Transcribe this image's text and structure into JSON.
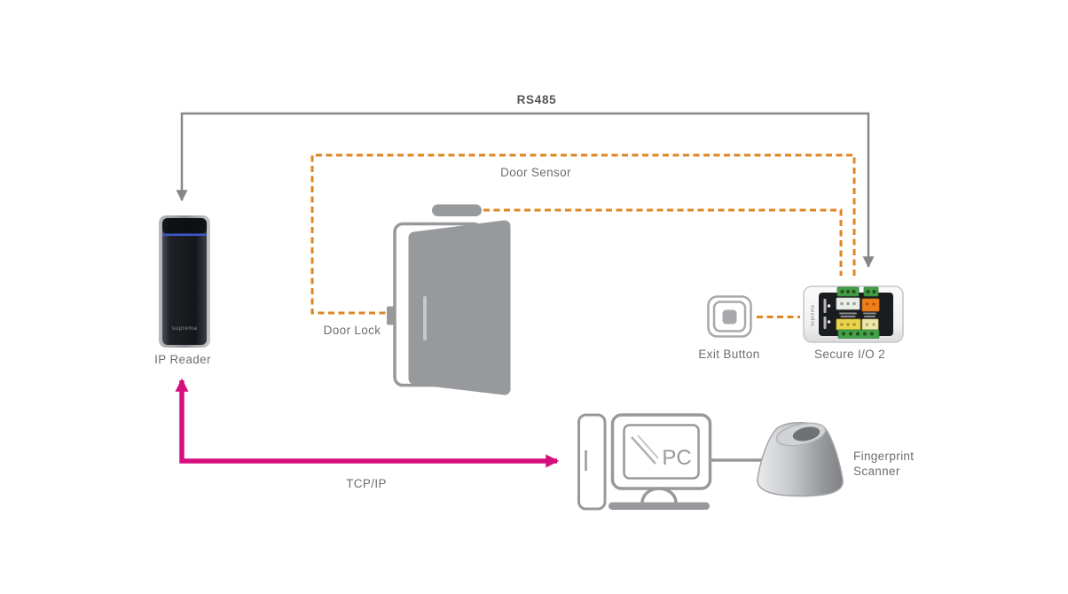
{
  "diagram": {
    "connections": {
      "rs485": {
        "label": "RS485",
        "style": "solid",
        "color": "#85878a"
      },
      "door_sensor": {
        "label": "Door Sensor",
        "style": "dashed",
        "color": "#dd8622"
      },
      "door_lock": {
        "label": "Door Lock",
        "style": "dashed",
        "color": "#dd8622"
      },
      "exit_button_link": {
        "style": "dashed",
        "color": "#dd8622"
      },
      "tcp_ip": {
        "label": "TCP/IP",
        "style": "solid-arrow",
        "color": "#d60f7f"
      }
    },
    "devices": {
      "ip_reader": {
        "label": "IP Reader",
        "brand": "suprema"
      },
      "exit_button": {
        "label": "Exit Button"
      },
      "secure_io_2": {
        "label": "Secure I/O 2",
        "brand": "suprema"
      },
      "pc": {
        "label": "PC"
      },
      "fingerprint_scanner": {
        "label": "Fingerprint Scanner"
      }
    },
    "colors": {
      "device_gray": "#97999c",
      "label_text": "#6d6e71",
      "reader_accent_blue": "#3e59cc"
    }
  }
}
